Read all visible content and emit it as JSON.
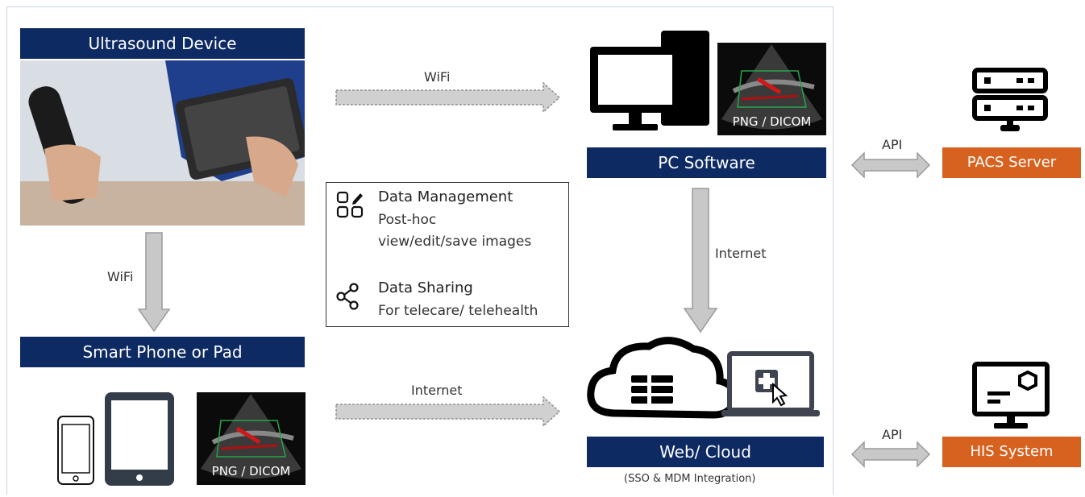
{
  "ultrasound_device": {
    "label": "Ultrasound Device"
  },
  "smart_device": {
    "label": "Smart Phone or Pad"
  },
  "pc_software": {
    "label": "PC Software"
  },
  "web_cloud": {
    "label": "Web/ Cloud",
    "note": "(SSO & MDM Integration)"
  },
  "pacs": {
    "label": "PACS Server"
  },
  "his": {
    "label": "HIS System"
  },
  "scan_caption_pc": "PNG / DICOM",
  "scan_caption_phone": "PNG / DICOM",
  "connections": {
    "device_to_pc": "WiFi",
    "device_to_phone": "WiFi",
    "phone_to_cloud": "Internet",
    "pc_to_cloud": "Internet",
    "pc_to_pacs": "API",
    "cloud_to_his": "API"
  },
  "features": [
    {
      "title": "Data Management",
      "lines": [
        "Post-hoc",
        "view/edit/save images"
      ],
      "icon": "apps-edit-icon"
    },
    {
      "title": "Data Sharing",
      "lines": [
        "For telecare/ telehealth"
      ],
      "icon": "share-icon"
    }
  ],
  "colors": {
    "navy": "#0e2a63",
    "orange": "#d7621f",
    "arrow_fill": "#c8c8c8",
    "arrow_stroke": "#9a9a9a"
  }
}
